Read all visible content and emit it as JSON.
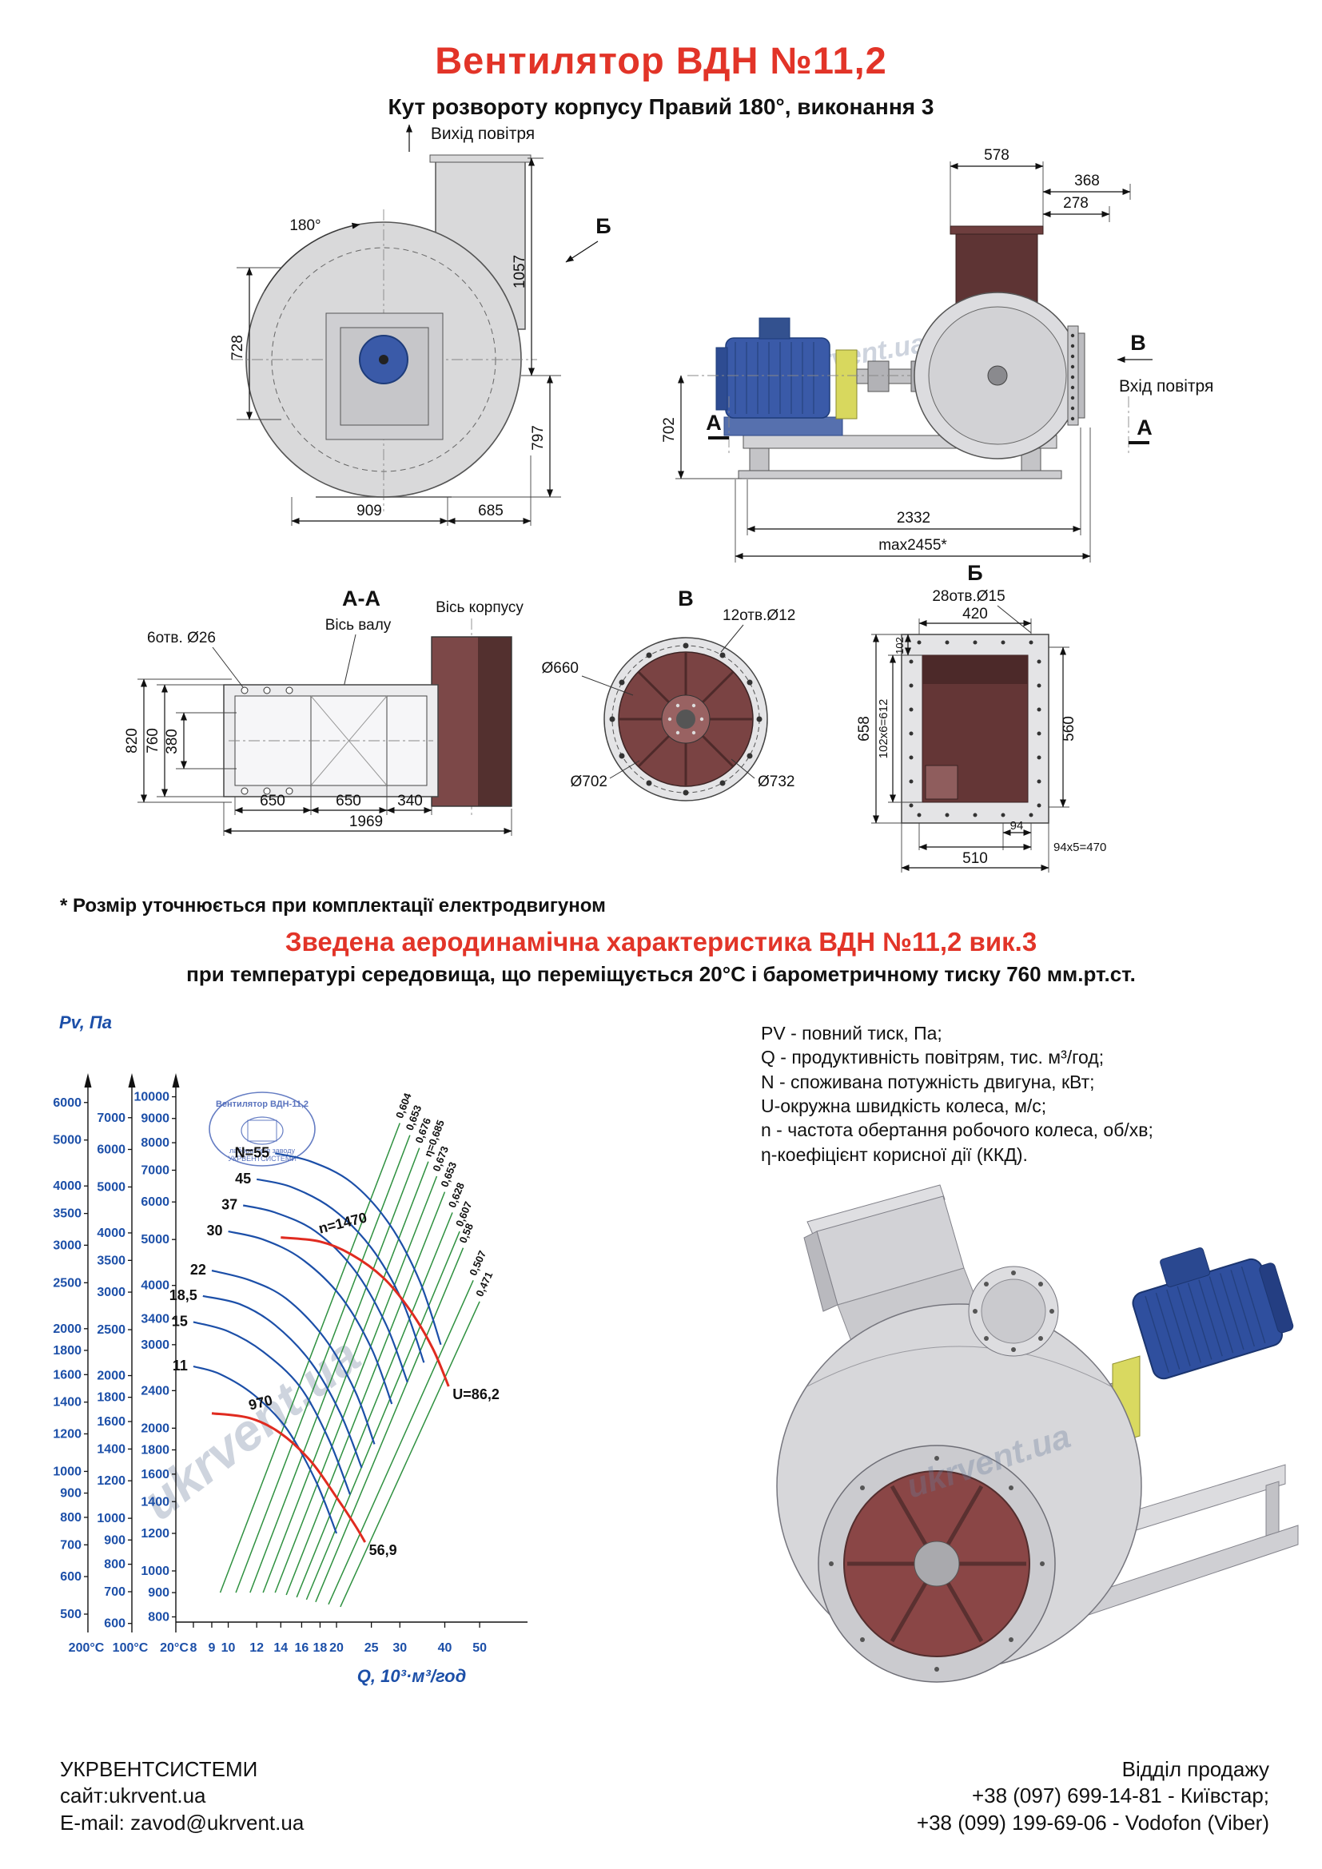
{
  "page": {
    "title": "Вентилятор  ВДН №11,2",
    "subtitle": "Кут розвороту корпусу Правий 180°, виконання 3",
    "note": "* Розмір уточнюється при комплектації електродвигуном",
    "watermark": "ukrvent.ua"
  },
  "front_view": {
    "air_out": "Вихід повітря",
    "angle": "180°",
    "view_b": "Б",
    "h728": "728",
    "h1057": "1057",
    "h797": "797",
    "w909": "909",
    "w685": "685"
  },
  "side_view": {
    "air_in": "Вхід повітря",
    "view_v": "В",
    "sec_a": "А",
    "w578": "578",
    "w368": "368",
    "w278": "278",
    "h702": "702",
    "w2332": "2332",
    "wmax": "max2455*"
  },
  "section_aa": {
    "title": "А-А",
    "axis_shaft": "Вісь валу",
    "axis_body": "Вісь корпусу",
    "holes": "6отв. Ø26",
    "h820": "820",
    "h760": "760",
    "h380": "380",
    "w650a": "650",
    "w650b": "650",
    "w340": "340",
    "w1969": "1969"
  },
  "view_v": {
    "title": "В",
    "holes": "12отв.Ø12",
    "d660": "Ø660",
    "d702": "Ø702",
    "d732": "Ø732"
  },
  "view_b": {
    "title": "Б",
    "holes": "28отв.Ø15",
    "w420": "420",
    "h658": "658",
    "h102x6": "102х6=612",
    "h102": "102",
    "h560": "560",
    "w94": "94",
    "w94x5": "94х5=470",
    "w510": "510"
  },
  "aero": {
    "title": "Зведена аеродинамічна характеристика ВДН №11,2 вик.3",
    "subtitle": "при температурі середовища, що переміщується 20°С і барометричному тиску 760 мм.рт.ст."
  },
  "stamp": {
    "line1": "Вентилятор ВДН-11,2",
    "line2": "лабораторія заводу",
    "line3": "УКРВЕНТСИСТЕМИ"
  },
  "legend": {
    "lines": [
      "PV - повний тиск, Па;",
      "Q - продуктивність повітрям, тис. м³/год;",
      "N - споживана потужність двигуна, кВт;",
      "U-окружна швидкість колеса, м/с;",
      "n - частота обертання робочого колеса, об/хв;",
      "η-коефіцієнт корисної дії (ККД)."
    ]
  },
  "chart_data": {
    "type": "line",
    "x_log": true,
    "y_log": true,
    "xlabel": "Q, 10³·м³/год",
    "ylabel": "Pv, Па",
    "x_ticks": [
      8,
      9,
      10,
      12,
      14,
      16,
      18,
      20,
      25,
      30,
      40,
      50
    ],
    "x_range": [
      7.8,
      58
    ],
    "y_axes": [
      {
        "label": "200°С",
        "vmin": 481,
        "vmax": 6478,
        "ticks": [
          6000,
          5000,
          4000,
          3500,
          3000,
          2500,
          2000,
          1800,
          1600,
          1400,
          1200,
          1000,
          900,
          800,
          700,
          600,
          500
        ]
      },
      {
        "label": "100°С",
        "vmin": 604,
        "vmax": 8137,
        "ticks": [
          7000,
          6000,
          5000,
          4000,
          3500,
          3000,
          2500,
          2000,
          1800,
          1600,
          1400,
          1200,
          1000,
          900,
          800,
          700,
          600
        ]
      },
      {
        "label": "20°С",
        "vmin": 780,
        "vmax": 10500,
        "ticks": [
          10000,
          9000,
          8000,
          7000,
          6000,
          5000,
          4000,
          3400,
          3000,
          2400,
          2000,
          1800,
          1600,
          1400,
          1200,
          1000,
          900,
          800
        ]
      }
    ],
    "power_curves": [
      {
        "label": "N=55",
        "points": [
          [
            13.5,
            7600
          ],
          [
            17,
            7300
          ],
          [
            22,
            6600
          ],
          [
            28,
            5400
          ],
          [
            34,
            4100
          ],
          [
            39,
            3000
          ]
        ]
      },
      {
        "label": "45",
        "points": [
          [
            12,
            6700
          ],
          [
            15,
            6450
          ],
          [
            19.5,
            5800
          ],
          [
            25,
            4800
          ],
          [
            30.5,
            3700
          ],
          [
            35,
            2750
          ]
        ]
      },
      {
        "label": "37",
        "points": [
          [
            11,
            5900
          ],
          [
            13.5,
            5700
          ],
          [
            17.5,
            5200
          ],
          [
            22.5,
            4300
          ],
          [
            27.5,
            3300
          ],
          [
            31.5,
            2500
          ]
        ]
      },
      {
        "label": "30",
        "points": [
          [
            10,
            5200
          ],
          [
            12.5,
            5000
          ],
          [
            16,
            4550
          ],
          [
            20.5,
            3800
          ],
          [
            25,
            2950
          ],
          [
            28.5,
            2250
          ]
        ]
      },
      {
        "label": "22",
        "points": [
          [
            9,
            4300
          ],
          [
            11.5,
            4100
          ],
          [
            14.5,
            3750
          ],
          [
            18.5,
            3100
          ],
          [
            22.5,
            2400
          ],
          [
            25.5,
            1850
          ]
        ]
      },
      {
        "label": "18,5",
        "points": [
          [
            8.5,
            3800
          ],
          [
            10.8,
            3650
          ],
          [
            13.5,
            3300
          ],
          [
            17,
            2750
          ],
          [
            20.5,
            2150
          ],
          [
            23.5,
            1650
          ]
        ]
      },
      {
        "label": "15",
        "points": [
          [
            8,
            3350
          ],
          [
            10,
            3200
          ],
          [
            12.5,
            2900
          ],
          [
            15.8,
            2450
          ],
          [
            19,
            1900
          ],
          [
            21.8,
            1450
          ]
        ]
      },
      {
        "label": "11",
        "points": [
          [
            8,
            2700
          ],
          [
            9.5,
            2600
          ],
          [
            11.8,
            2350
          ],
          [
            14.5,
            2000
          ],
          [
            17.5,
            1550
          ],
          [
            20,
            1200
          ]
        ]
      }
    ],
    "speed_curves": [
      {
        "label": "n=1470",
        "end_label": "U=86,2",
        "points": [
          [
            14,
            5050
          ],
          [
            18,
            4950
          ],
          [
            22,
            4650
          ],
          [
            27,
            4150
          ],
          [
            32,
            3550
          ],
          [
            37,
            2950
          ],
          [
            41,
            2450
          ]
        ]
      },
      {
        "label": "970",
        "end_label": "56,9",
        "points": [
          [
            9,
            2150
          ],
          [
            11.5,
            2100
          ],
          [
            14,
            1950
          ],
          [
            17,
            1700
          ],
          [
            20,
            1430
          ],
          [
            22.5,
            1250
          ],
          [
            24,
            1150
          ]
        ]
      }
    ],
    "efficiency_lines": [
      {
        "label": "0,604",
        "from": [
          9.5,
          900
        ],
        "to": [
          30,
          8800
        ]
      },
      {
        "label": "0,653",
        "from": [
          10.5,
          900
        ],
        "to": [
          32,
          8300
        ]
      },
      {
        "label": "0,676",
        "from": [
          11.5,
          900
        ],
        "to": [
          34,
          7800
        ]
      },
      {
        "label": "η=0,685",
        "from": [
          12.5,
          900
        ],
        "to": [
          36,
          7300
        ]
      },
      {
        "label": "0,673",
        "from": [
          13.5,
          900
        ],
        "to": [
          38,
          6800
        ]
      },
      {
        "label": "0,653",
        "from": [
          14.5,
          890
        ],
        "to": [
          40,
          6300
        ]
      },
      {
        "label": "0,628",
        "from": [
          15.5,
          880
        ],
        "to": [
          42,
          5700
        ]
      },
      {
        "label": "0,607",
        "from": [
          16.5,
          870
        ],
        "to": [
          44,
          5200
        ]
      },
      {
        "label": "0,58",
        "from": [
          17.5,
          860
        ],
        "to": [
          45,
          4800
        ]
      },
      {
        "label": "0,507",
        "from": [
          19,
          850
        ],
        "to": [
          48,
          4100
        ]
      },
      {
        "label": "0,471",
        "from": [
          20.5,
          840
        ],
        "to": [
          50,
          3700
        ]
      }
    ],
    "colors": {
      "power": "#1c4fa8",
      "speed": "#e02b20",
      "eta": "#2f9140",
      "axis": "#1c4fa8"
    }
  },
  "footer": {
    "company": "УКРВЕНТСИСТЕМИ",
    "site": "сайт:ukrvent.ua",
    "email": "E-mail: zavod@ukrvent.ua",
    "dept": "Відділ продажу",
    "phone1": "+38 (097) 699-14-81 - Київстар;",
    "phone2": "+38 (099) 199-69-06 - Vodofon (Viber)"
  }
}
